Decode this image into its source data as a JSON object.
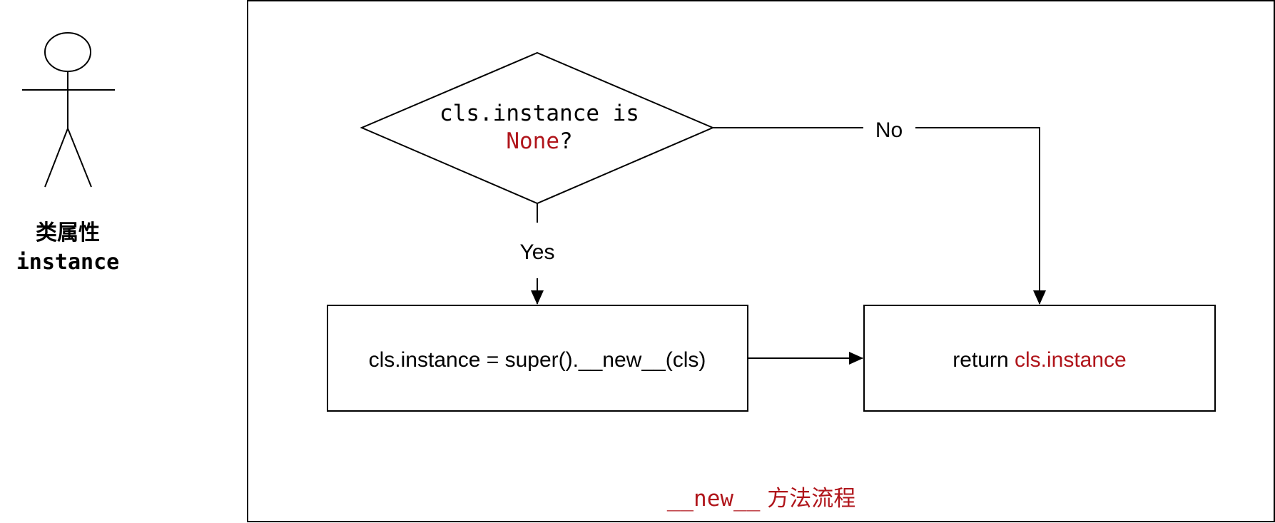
{
  "colors": {
    "stroke": "#000000",
    "text": "#000000",
    "accent": "#b0151b",
    "background": "#ffffff"
  },
  "actor": {
    "icon": "stick-figure-icon",
    "label_line1": "类属性",
    "label_line2": "instance"
  },
  "frame": {
    "caption_code": "__new__",
    "caption_text": "方法流程"
  },
  "decision": {
    "line1": "cls.instance is",
    "none_keyword": "None",
    "question_mark": "?"
  },
  "edges": {
    "yes_label": "Yes",
    "no_label": "No"
  },
  "assign_box": {
    "text": "cls.instance = super().__new__(cls)"
  },
  "return_box": {
    "keyword": "return",
    "value": "cls.instance"
  }
}
